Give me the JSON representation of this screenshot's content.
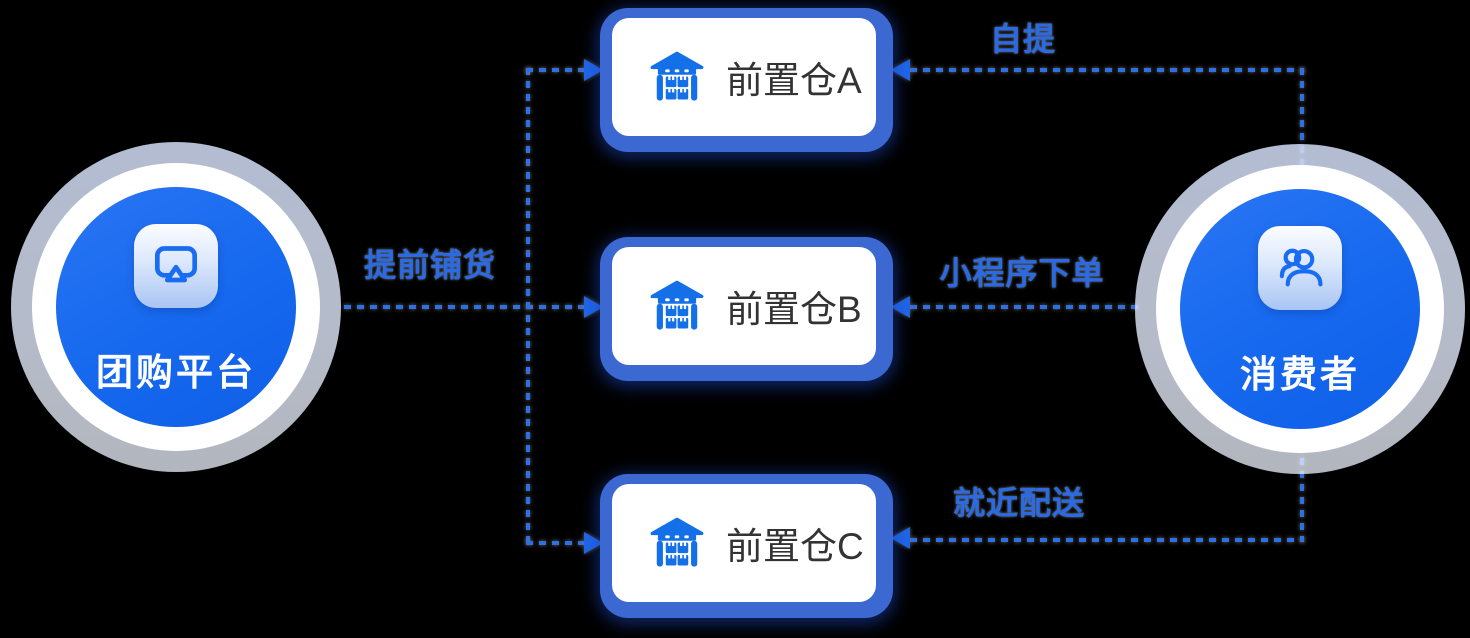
{
  "nodes": {
    "platform": {
      "label": "团购平台",
      "icon": "screen-cast-icon"
    },
    "consumer": {
      "label": "消费者",
      "icon": "users-icon"
    },
    "warehouses": [
      {
        "id": "A",
        "label": "前置仓A",
        "icon": "warehouse-icon"
      },
      {
        "id": "B",
        "label": "前置仓B",
        "icon": "warehouse-icon"
      },
      {
        "id": "C",
        "label": "前置仓C",
        "icon": "warehouse-icon"
      }
    ]
  },
  "edges": {
    "stock_label": "提前铺货",
    "pickup_label": "自提",
    "order_label": "小程序下单",
    "delivery_label": "就近配送"
  },
  "colors": {
    "background": "#000000",
    "line_blue": "#2e6fe3",
    "label_blue": "#2a6ae4",
    "card_backdrop_blue": "#3b69d1",
    "icon_blue": "#1a6df2",
    "node_fill_blue": "#1668ee",
    "card_text": "#333333",
    "node_text": "#ffffff"
  }
}
